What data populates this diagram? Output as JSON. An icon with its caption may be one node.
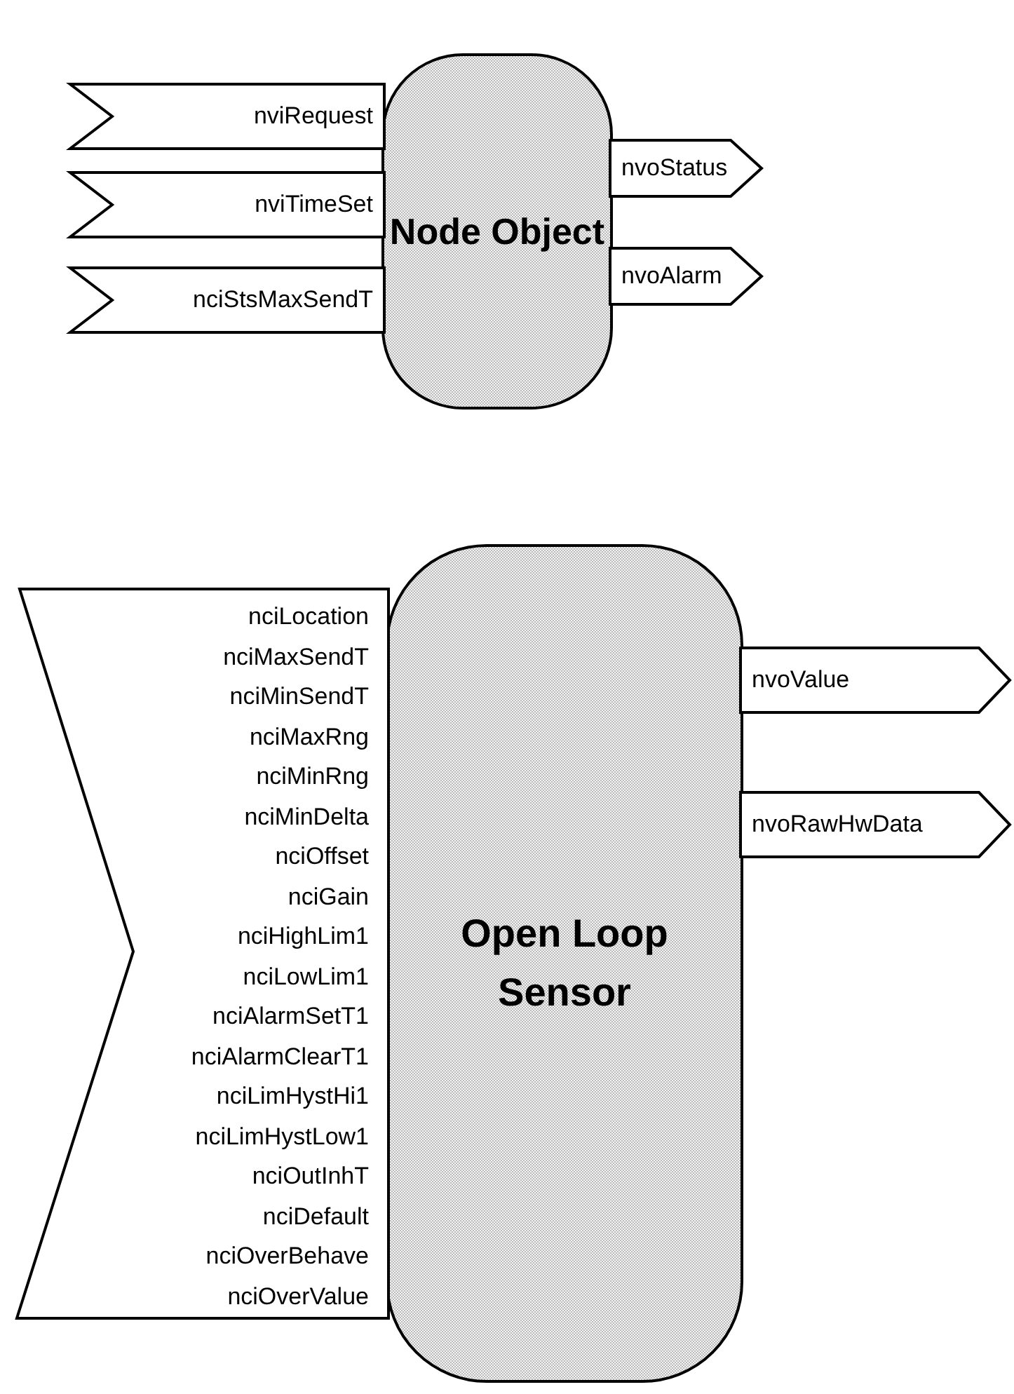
{
  "diagram": {
    "nodes": [
      {
        "text": [
          "Node Object"
        ]
      },
      {
        "text": [
          "nviRequest"
        ]
      },
      {
        "text": [
          "nviTimeSet"
        ]
      },
      {
        "text": [
          "nciStsMaxSendT"
        ]
      },
      {
        "text": [
          "nvoStatus"
        ]
      },
      {
        "text": [
          "nvoAlarm"
        ]
      },
      {
        "text": [
          "Open Loop Sensor"
        ]
      },
      {
        "text": [
          "nciLocation",
          "nciMaxSendT",
          "nciMinSendT",
          "nciMaxRng",
          "nciMinRng",
          "nciMinDelta",
          "nciOffset",
          "nciGain",
          "nciHighLim1",
          "nciLowLim1",
          "nciAlarmSetT1",
          "nciAlarmClearT1",
          "nciLimHystHi1",
          "nciLimHystLow1",
          "nciOutInhT",
          "nciDefault",
          "nciOverBehave",
          "nciOverValue"
        ]
      },
      {
        "text": [
          "nvoValue"
        ]
      },
      {
        "text": [
          "nvoRawHwData"
        ]
      }
    ]
  }
}
